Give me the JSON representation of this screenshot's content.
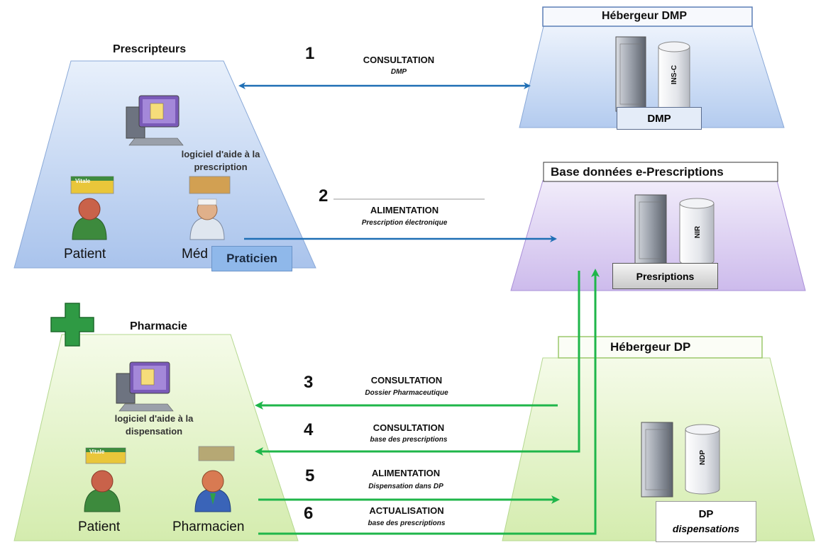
{
  "prescribers": {
    "title": "Prescripteurs",
    "software_label": "logiciel d'aide à la prescription",
    "patient_label": "Patient",
    "doctor_label": "Méd",
    "practitioner_label": "Praticien",
    "card_text": "Vitale"
  },
  "dmp_host": {
    "title": "Hébergeur DMP",
    "db_label": "INS-C",
    "box_label": "DMP"
  },
  "eprescriptions": {
    "title": "Base données e-Prescriptions",
    "db_label": "NIR",
    "box_label": "Presriptions"
  },
  "pharmacy": {
    "title": "Pharmacie",
    "software_label": "logiciel d'aide à la dispensation",
    "patient_label": "Patient",
    "pharmacist_label": "Pharmacien",
    "card_text": "Vitale"
  },
  "dp_host": {
    "title": "Hébergeur DP",
    "db_label": "NDP",
    "box_line1": "DP",
    "box_line2": "dispensations"
  },
  "flows": [
    {
      "number": "1",
      "action": "CONSULTATION",
      "detail": "DMP"
    },
    {
      "number": "2",
      "action": "ALIMENTATION",
      "detail": "Prescription électronique"
    },
    {
      "number": "3",
      "action": "CONSULTATION",
      "detail": "Dossier Pharmaceutique"
    },
    {
      "number": "4",
      "action": "CONSULTATION",
      "detail": "base des prescriptions"
    },
    {
      "number": "5",
      "action": "ALIMENTATION",
      "detail": "Dispensation dans DP"
    },
    {
      "number": "6",
      "action": "ACTUALISATION",
      "detail": "base des prescriptions"
    }
  ],
  "colors": {
    "blue_arrow": "#1f6fb5",
    "green_arrow": "#1fb64a",
    "blue_zone": "#bcd2f2",
    "purple_zone": "#d6c8ee",
    "green_zone": "#e1f2c4"
  }
}
